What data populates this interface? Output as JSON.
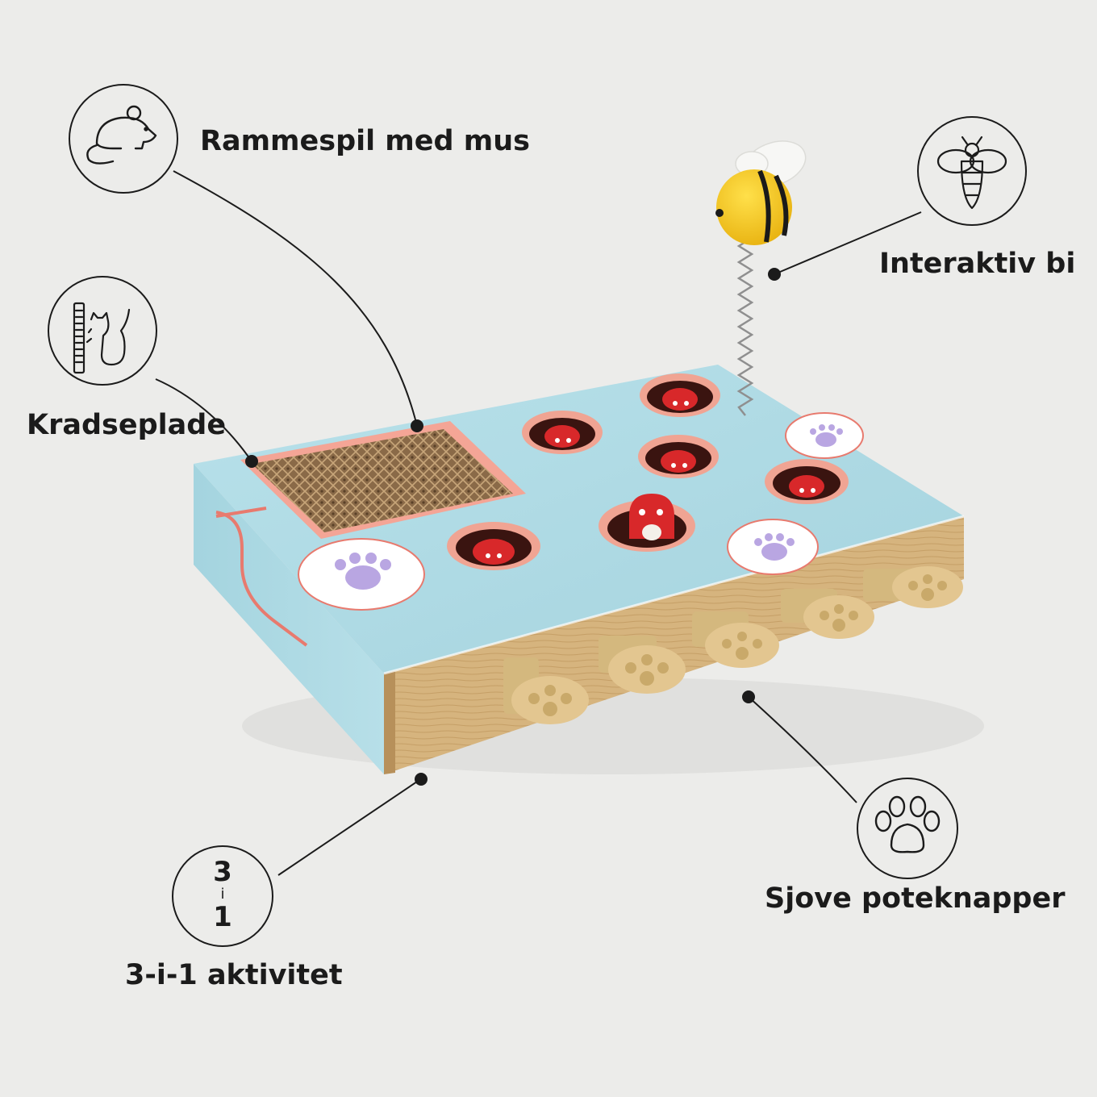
{
  "features": [
    {
      "id": "mouse-game",
      "icon": "mouse-icon",
      "label": "Rammespil med mus"
    },
    {
      "id": "scratch-pad",
      "icon": "cat-scratch-icon",
      "label": "Kradseplade"
    },
    {
      "id": "bee",
      "icon": "bee-icon",
      "label": "Interaktiv bi"
    },
    {
      "id": "paw-buttons",
      "icon": "paw-icon",
      "label": "Sjove poteknapper"
    },
    {
      "id": "three-in-one",
      "icon": "three-in-one-icon",
      "label": "3-i-1 aktivitet"
    }
  ],
  "badge": {
    "top": "3",
    "middle": "i",
    "bottom": "1"
  },
  "colors": {
    "background": "#ececea",
    "box_top": "#a9d8e2",
    "box_side": "#d2b07a",
    "accent_coral": "#e87a6e",
    "mouse_red": "#d8282a",
    "bee_yellow": "#f2c418",
    "paw_button": "#e3c690",
    "line": "#1b1b1b"
  }
}
